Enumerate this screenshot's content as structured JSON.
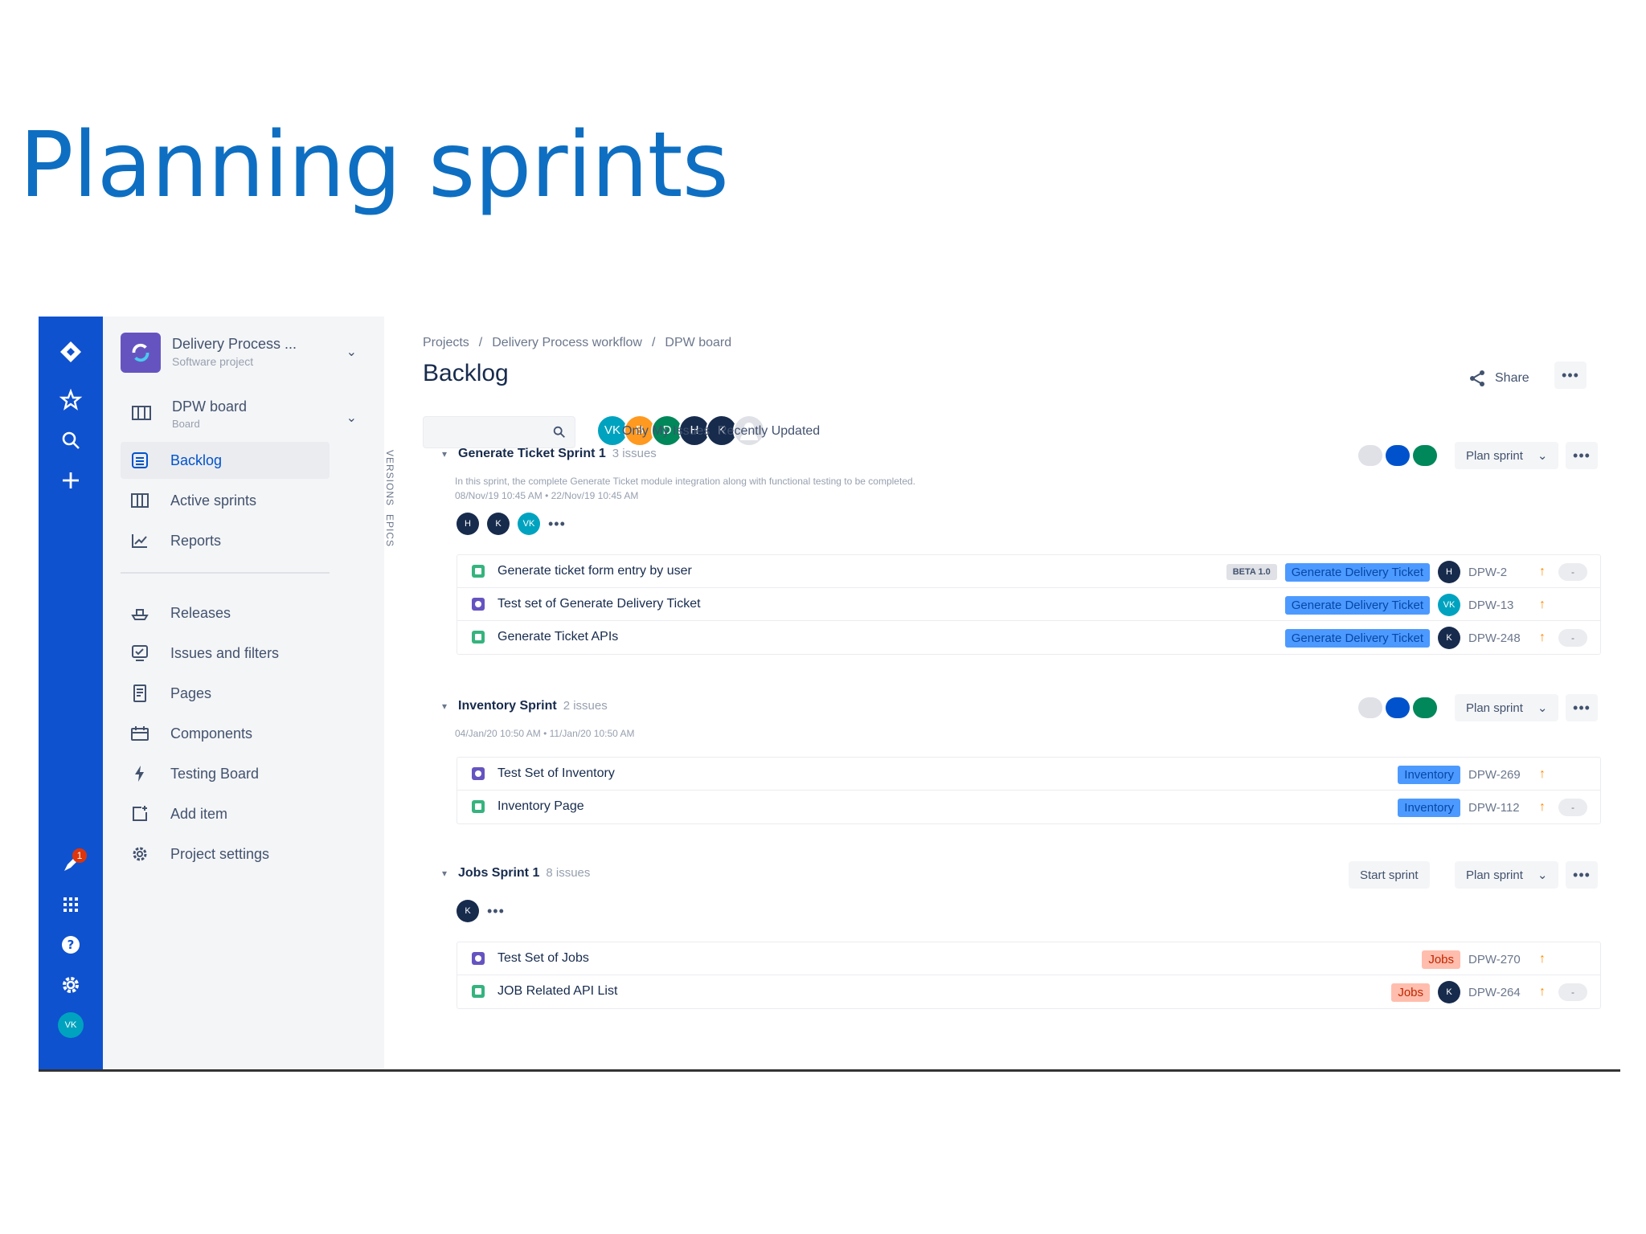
{
  "slide": {
    "title": "Planning sprints"
  },
  "colors": {
    "title": "#0e6fc2",
    "global_nav": "#0f52cf",
    "sidebar": "#f4f5f7",
    "active": "#0052cc",
    "epic_blue": "#4c9aff",
    "epic_red": "#ffbdad",
    "priority": "#ff8b00"
  },
  "global_nav": {
    "icons": [
      "jira-logo-icon",
      "star-icon",
      "search-icon",
      "plus-icon",
      "rocket-icon",
      "app-grid-icon",
      "help-icon",
      "settings-icon"
    ],
    "notification_count": "1",
    "avatar_initials": "VK"
  },
  "sidebar": {
    "project_name": "Delivery Process ...",
    "project_type": "Software project",
    "board_name": "DPW board",
    "board_type": "Board",
    "items": [
      {
        "label": "Backlog",
        "icon": "backlog-icon"
      },
      {
        "label": "Active sprints",
        "icon": "columns-icon"
      },
      {
        "label": "Reports",
        "icon": "chart-icon"
      },
      {
        "label": "Releases",
        "icon": "ship-icon"
      },
      {
        "label": "Issues and filters",
        "icon": "filter-icon"
      },
      {
        "label": "Pages",
        "icon": "page-icon"
      },
      {
        "label": "Components",
        "icon": "component-icon"
      },
      {
        "label": "Testing Board",
        "icon": "lightning-icon"
      },
      {
        "label": "Add item",
        "icon": "add-item-icon"
      },
      {
        "label": "Project settings",
        "icon": "gear-icon"
      }
    ]
  },
  "main": {
    "breadcrumb": [
      "Projects",
      "/",
      "Delivery Process workflow",
      "/",
      "DPW board"
    ],
    "title": "Backlog",
    "share_label": "Share",
    "more_label": "•••",
    "search_placeholder": "",
    "avatars": [
      {
        "initials": "VK",
        "color": "#00a3bf"
      },
      {
        "initials": "B",
        "color": "#ff991f"
      },
      {
        "initials": "D",
        "color": "#00875a"
      },
      {
        "initials": "H",
        "color": "#172b4d"
      },
      {
        "initials": "K",
        "color": "#172b4d"
      },
      {
        "initials": "",
        "color": "#dfe1e6"
      }
    ],
    "filters": [
      "Only My Issues",
      "Recently Updated"
    ],
    "side_tabs": [
      "VERSIONS",
      "EPICS"
    ]
  },
  "sprints": [
    {
      "name": "Generate Ticket Sprint 1",
      "count": "3 issues",
      "description": "In this sprint, the complete Generate Ticket module integration along with functional testing to be completed.",
      "dates": "08/Nov/19 10:45 AM  •  22/Nov/19 10:45 AM",
      "dot_colors": [
        "#dfe1e6",
        "#0052cc",
        "#00875a"
      ],
      "plan_label": "Plan sprint",
      "assignees": [
        {
          "initials": "H",
          "color": "#172b4d"
        },
        {
          "initials": "K",
          "color": "#172b4d"
        },
        {
          "initials": "VK",
          "color": "#00a3bf"
        }
      ],
      "more_assignees": "•••",
      "issues": [
        {
          "type": "story",
          "summary": "Generate ticket form entry by user",
          "version": "BETA 1.0",
          "epic": "Generate Delivery Ticket",
          "epic_color": "blue",
          "assignee": "H",
          "assignee_color": "#172b4d",
          "key": "DPW-2",
          "estimate": "-"
        },
        {
          "type": "task",
          "summary": "Test set of Generate Delivery Ticket",
          "version": "",
          "epic": "Generate Delivery Ticket",
          "epic_color": "blue",
          "assignee": "VK",
          "assignee_color": "#00a3bf",
          "key": "DPW-13",
          "estimate": ""
        },
        {
          "type": "story",
          "summary": "Generate Ticket APIs",
          "version": "",
          "epic": "Generate Delivery Ticket",
          "epic_color": "blue",
          "assignee": "K",
          "assignee_color": "#172b4d",
          "key": "DPW-248",
          "estimate": "-"
        }
      ]
    },
    {
      "name": "Inventory Sprint",
      "count": "2 issues",
      "description": "",
      "dates": "04/Jan/20 10:50 AM  •  11/Jan/20 10:50 AM",
      "dot_colors": [
        "#dfe1e6",
        "#0052cc",
        "#00875a"
      ],
      "plan_label": "Plan sprint",
      "assignees": [],
      "more_assignees": "",
      "issues": [
        {
          "type": "task",
          "summary": "Test Set of Inventory",
          "version": "",
          "epic": "Inventory",
          "epic_color": "blue",
          "assignee": "",
          "assignee_color": "",
          "key": "DPW-269",
          "estimate": ""
        },
        {
          "type": "story",
          "summary": "Inventory Page",
          "version": "",
          "epic": "Inventory",
          "epic_color": "blue",
          "assignee": "",
          "assignee_color": "",
          "key": "DPW-112",
          "estimate": "-"
        }
      ]
    },
    {
      "name": "Jobs Sprint 1",
      "count": "8 issues",
      "description": "",
      "dates": "",
      "start_label": "Start sprint",
      "plan_label": "Plan sprint",
      "assignees": [
        {
          "initials": "K",
          "color": "#172b4d"
        }
      ],
      "more_assignees": "•••",
      "issues": [
        {
          "type": "task",
          "summary": "Test Set of Jobs",
          "version": "",
          "epic": "Jobs",
          "epic_color": "red",
          "assignee": "",
          "assignee_color": "",
          "key": "DPW-270",
          "estimate": ""
        },
        {
          "type": "story",
          "summary": "JOB Related API List",
          "version": "",
          "epic": "Jobs",
          "epic_color": "red",
          "assignee": "K",
          "assignee_color": "#172b4d",
          "key": "DPW-264",
          "estimate": "-"
        }
      ]
    }
  ]
}
